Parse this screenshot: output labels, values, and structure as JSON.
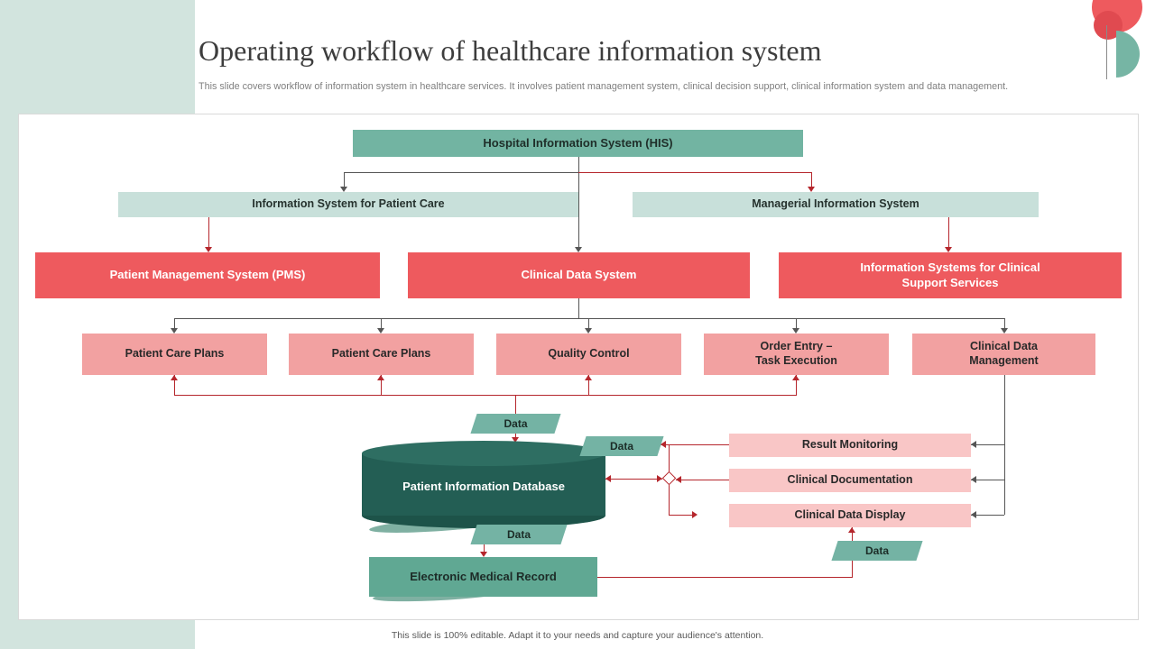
{
  "slide": {
    "title": "Operating workflow of healthcare information system",
    "subtitle": "This slide covers workflow of information system in healthcare services. It involves patient management system, clinical decision support, clinical information system and data management.",
    "footer": "This slide is 100% editable.  Adapt it to your needs and capture your audience's attention."
  },
  "diagram": {
    "his": "Hospital Information System (HIS)",
    "patient_care_system": "Information System for Patient Care",
    "managerial_system": "Managerial Information System",
    "pms": "Patient Management System (PMS)",
    "clinical_data_system": "Clinical Data System",
    "clinical_support": "Information Systems for Clinical\nSupport Services",
    "patient_care_plans_1": "Patient Care Plans",
    "patient_care_plans_2": "Patient Care Plans",
    "quality_control": "Quality Control",
    "order_entry": "Order Entry –\nTask Execution",
    "clinical_data_mgmt": "Clinical Data\nManagement",
    "database": "Patient Information Database",
    "result_monitoring": "Result Monitoring",
    "clinical_documentation": "Clinical Documentation",
    "clinical_data_display": "Clinical Data Display",
    "emr": "Electronic Medical Record",
    "data_label": "Data"
  },
  "colors": {
    "accent_teal": "#72b4a2",
    "light_teal": "#c8e0da",
    "mint_strip": "#d2e4de",
    "red": "#ee5a5e",
    "pink": "#f2a1a1",
    "light_pink": "#f9c6c6",
    "dark_teal": "#235e54",
    "line_gray": "#555555",
    "line_red": "#b5262c"
  }
}
